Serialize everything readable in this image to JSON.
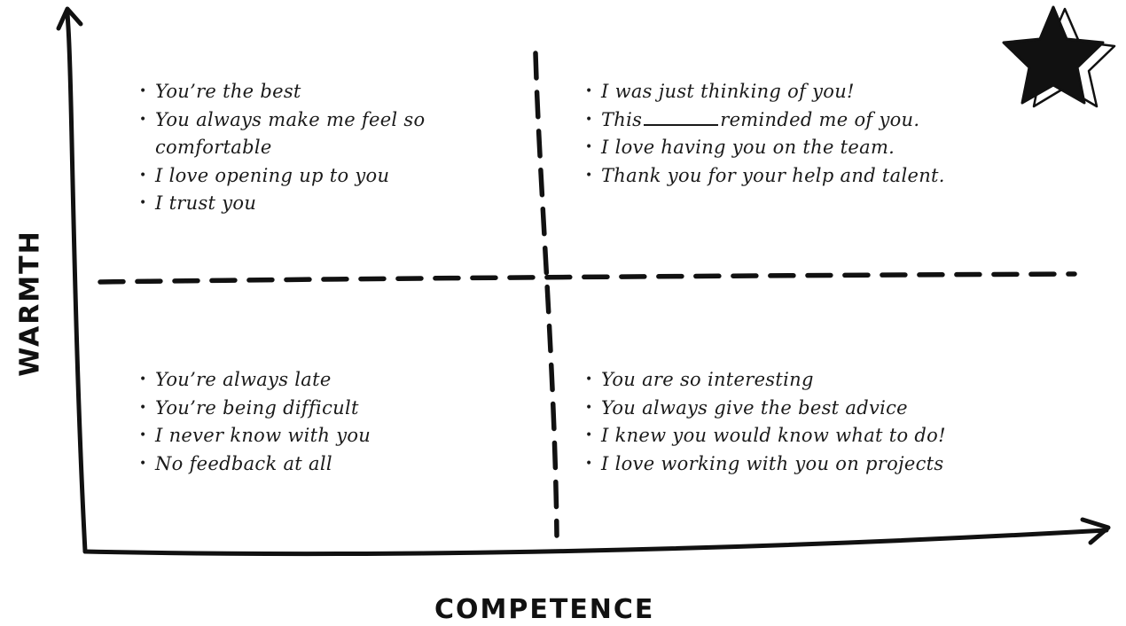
{
  "axes": {
    "x_label": "COMPETENCE",
    "y_label": "WARMTH"
  },
  "quadrants": {
    "top_left": [
      "You’re the best",
      "You always make me feel so comfortable",
      "I love opening up to you",
      "I trust you"
    ],
    "top_right": [
      "I was just thinking of you!",
      {
        "before": "This",
        "after": "reminded me of you."
      },
      "I love having you on the team.",
      "Thank you for your help and talent."
    ],
    "bottom_left": [
      "You’re always late",
      "You’re being difficult",
      "I never know with you",
      "No feedback at all"
    ],
    "bottom_right": [
      "You are so interesting",
      "You always give the best advice",
      "I knew you would know what to do!",
      "I love working with you on projects"
    ]
  },
  "icons": {
    "corner": "star-icon",
    "ink_color": "#111111"
  }
}
